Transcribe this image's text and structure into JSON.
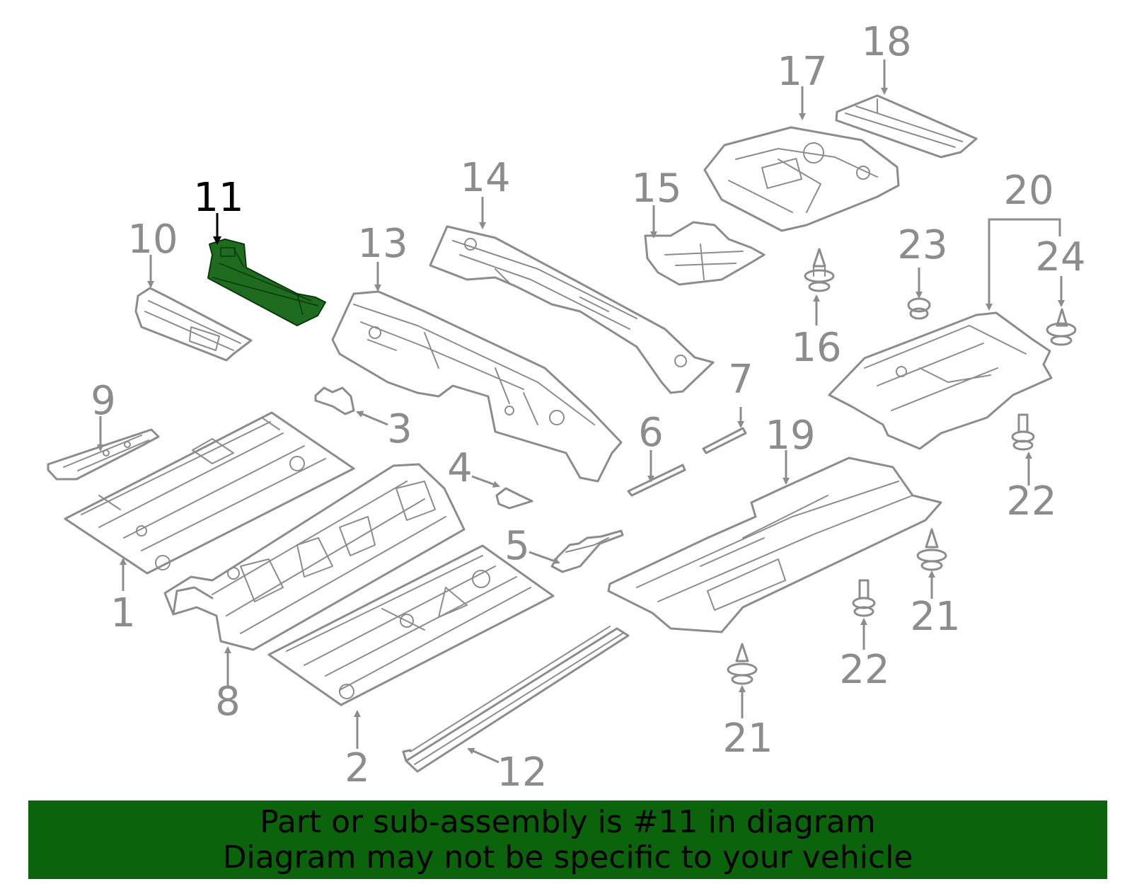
{
  "colors": {
    "line": "#8c8c8c",
    "highlight_fill": "#1f6b1f",
    "banner_bg": "#0b640b",
    "banner_text": "#000000"
  },
  "highlighted_part": "11",
  "callouts": [
    "1",
    "2",
    "3",
    "4",
    "5",
    "6",
    "7",
    "8",
    "9",
    "10",
    "11",
    "12",
    "13",
    "14",
    "15",
    "16",
    "17",
    "18",
    "19",
    "20",
    "21",
    "21",
    "22",
    "22",
    "23",
    "24"
  ],
  "banner": {
    "line1": "Part or sub-assembly is #11 in diagram",
    "line2": "Diagram may not be specific to your vehicle"
  }
}
